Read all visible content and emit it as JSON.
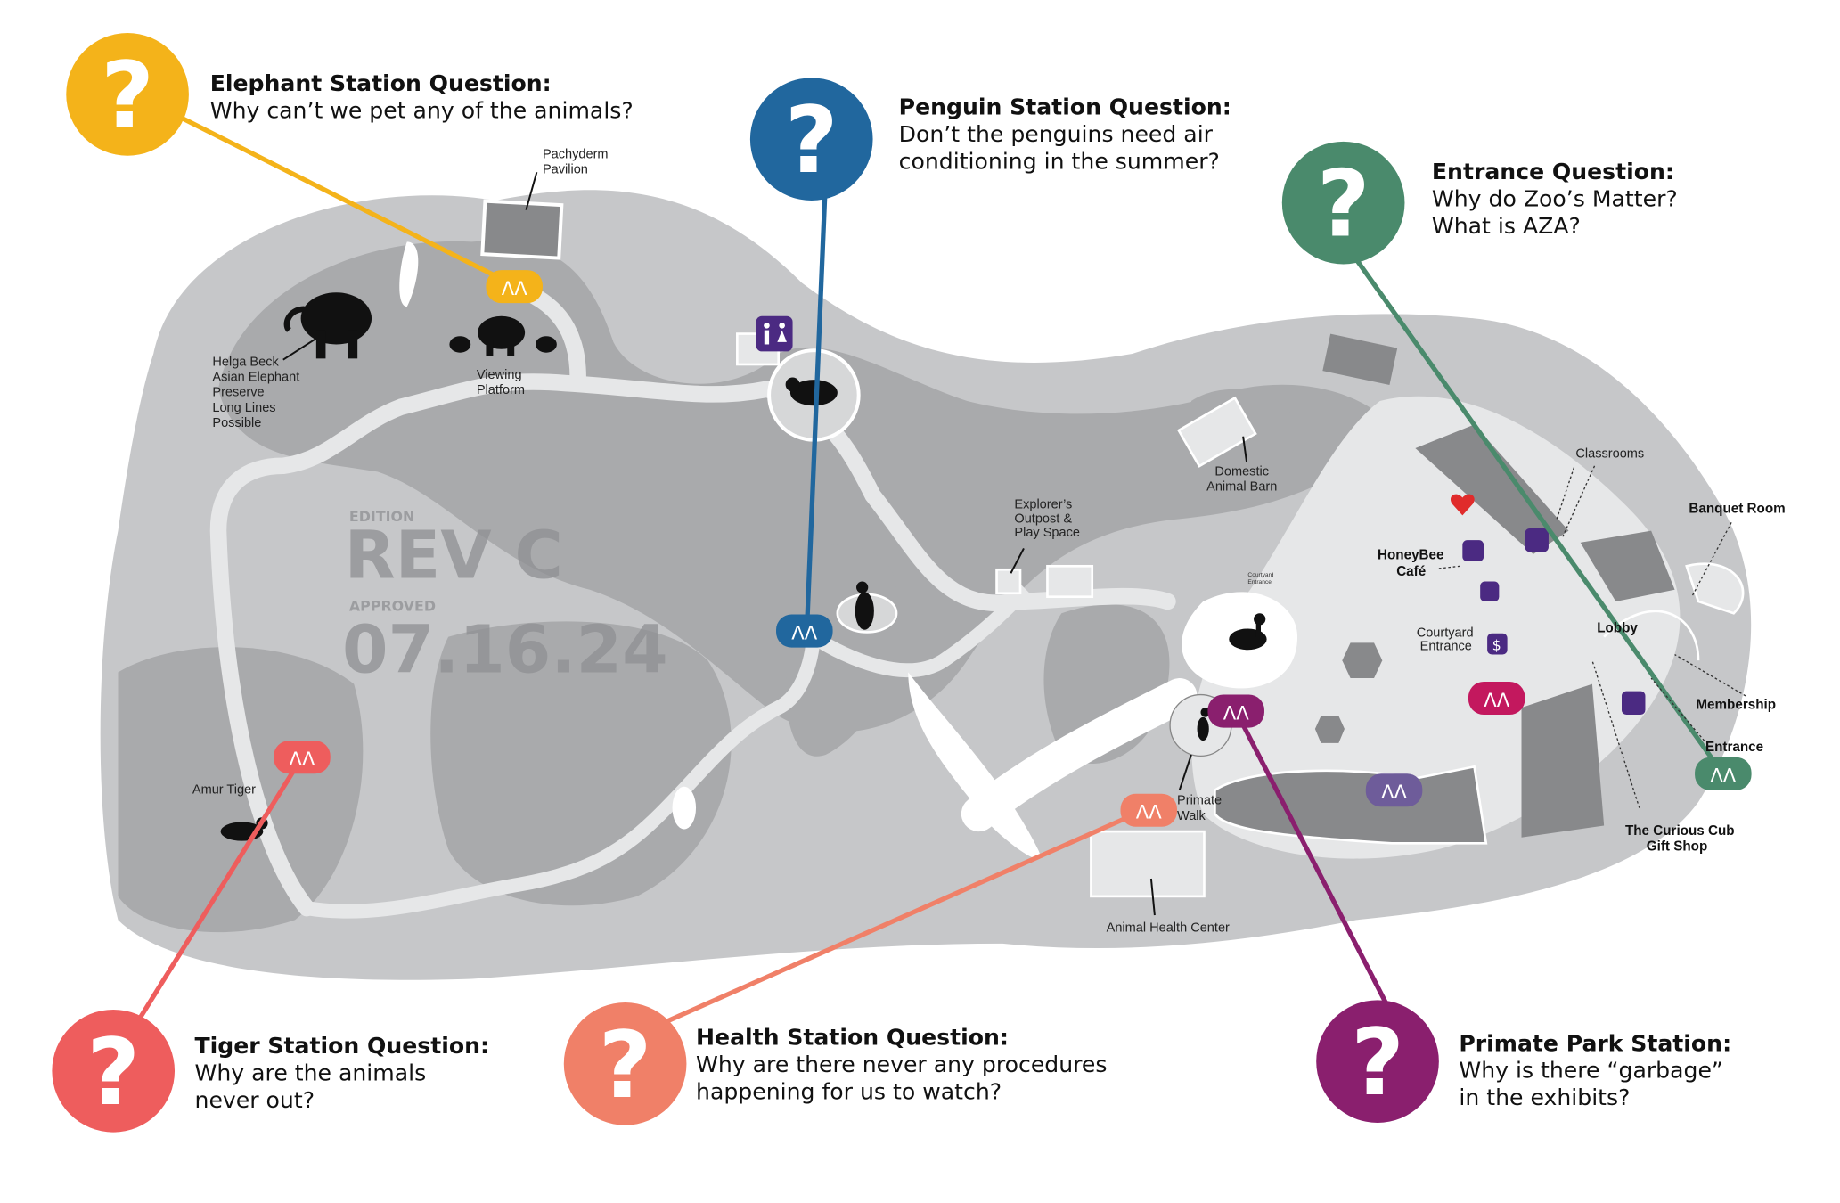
{
  "questions": [
    {
      "id": "elephant",
      "title": "Elephant Station Question:",
      "lines": [
        "Why can’t we pet any of the animals?"
      ],
      "color": "#F4B31A"
    },
    {
      "id": "penguin",
      "title": "Penguin Station Question:",
      "lines": [
        "Don’t the penguins need air",
        "conditioning in the summer?"
      ],
      "color": "#21679E"
    },
    {
      "id": "entrance",
      "title": "Entrance Question:",
      "lines": [
        "Why do Zoo’s Matter?",
        "What is AZA?"
      ],
      "color": "#4A8A6C"
    },
    {
      "id": "tiger",
      "title": "Tiger Station Question:",
      "lines": [
        "Why are the animals",
        "never out?"
      ],
      "color": "#EE5D5D"
    },
    {
      "id": "health",
      "title": "Health Station Question:",
      "lines": [
        "Why are there never any procedures",
        "happening for us to watch?"
      ],
      "color": "#F08068"
    },
    {
      "id": "primate",
      "title": "Primate Park Station:",
      "lines": [
        "Why is there “garbage”",
        "in the exhibits?"
      ],
      "color": "#8A1F6E"
    }
  ],
  "question_mark": "?",
  "labels": {
    "pachyderm": [
      "Pachyderm",
      "Pavilion"
    ],
    "helga": [
      "Helga Beck",
      "Asian Elephant",
      "Preserve",
      "Long Lines",
      "Possible"
    ],
    "viewing": [
      "Viewing",
      "Platform"
    ],
    "amur": "Amur Tiger",
    "explorer": [
      "Explorer’s",
      "Outpost &",
      "Play Space"
    ],
    "barn": [
      "Domestic",
      "Animal Barn"
    ],
    "courtyard_small": [
      "Courtyard",
      "Entrance"
    ],
    "primate": [
      "Primate",
      "Walk"
    ],
    "health": "Animal Health Center",
    "classrooms": "Classrooms",
    "banquet": "Banquet Room",
    "cafe": [
      "HoneyBee",
      "Café"
    ],
    "courtyard": [
      "Courtyard",
      "Entrance"
    ],
    "lobby": "Lobby",
    "membership": "Membership",
    "entrance": "Entrance",
    "giftshop": [
      "The Curious Cub",
      "Gift Shop"
    ]
  },
  "watermark": {
    "edition": "EDITION",
    "rev": "REV C",
    "approved": "APPROVED",
    "date": "07.16.24"
  },
  "colors": {
    "outer": "#c6c7c9",
    "inner": "#a9aaac",
    "path": "#e6e7e8",
    "building": "#88898b",
    "amenity": "#4B2A82",
    "station_pink": "#C3185E",
    "station_lavender": "#6E5C9A"
  }
}
